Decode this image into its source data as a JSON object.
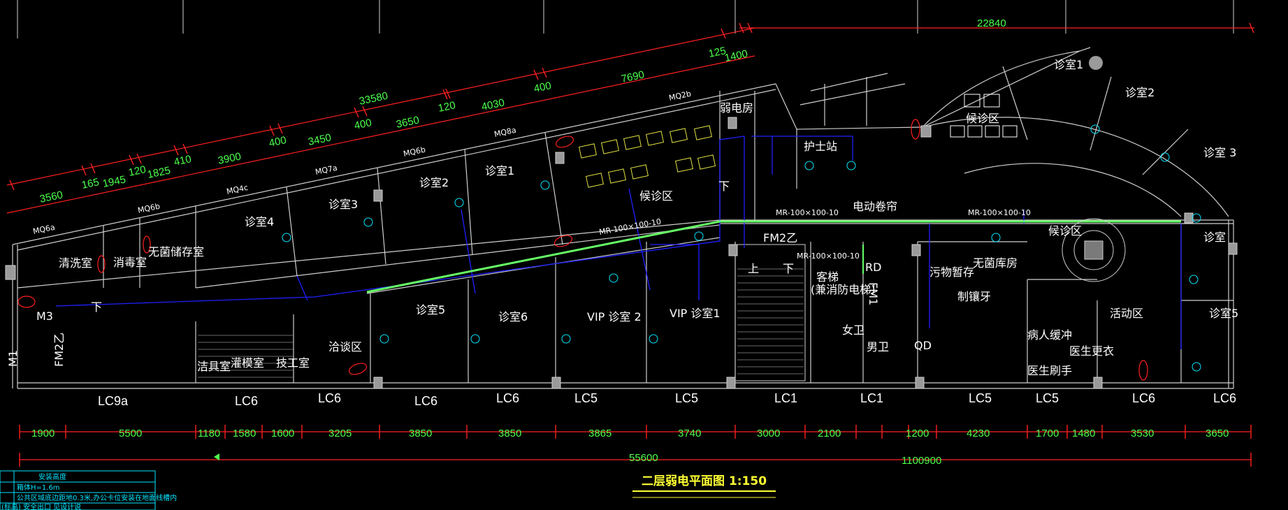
{
  "title": "二层弱电平面图 1:150",
  "top_dims": {
    "diagonal": [
      "3560",
      "165",
      "1945",
      "120",
      "1825",
      "410",
      "3900",
      "400",
      "3450",
      "400",
      "3650",
      "120",
      "4030",
      "400",
      "7690",
      "125",
      "1400"
    ],
    "diagonal_total": "33580",
    "right_total": "22840"
  },
  "bottom_dims": {
    "segments": [
      "1900",
      "5500",
      "1180",
      "1580",
      "1600",
      "3205",
      "3850",
      "3850",
      "3865",
      "3740",
      "3000",
      "2100",
      "1200",
      "4230",
      "1700",
      "1480",
      "3530",
      "3650"
    ],
    "total": "55600",
    "extra": "1100900"
  },
  "axis_labels": [
    "LC9a",
    "LC6",
    "LC6",
    "LC6",
    "LC6",
    "LC5",
    "LC5",
    "LC1",
    "LC1",
    "LC5",
    "LC5",
    "LC6",
    "LC6"
  ],
  "side_labels": [
    "M1",
    "M3",
    "FM2乙"
  ],
  "wall_tags": [
    "MQ6a",
    "MQ6b",
    "MQ4c",
    "MQ7a",
    "MQ6b",
    "MQ8a",
    "MQ2b"
  ],
  "rooms": {
    "wash": "清洗室",
    "disinfect": "消毒室",
    "sterile_store": "无菌储存室",
    "clinic4": "诊室4",
    "clinic3": "诊室3",
    "clinic2": "诊室2",
    "clinic1": "诊室1",
    "waiting_upper": "候诊区",
    "weak_room": "弱电房",
    "nurse": "护士站",
    "roller": "电动卷帘",
    "fm2": "FM2乙",
    "clinic5": "诊室5",
    "clinic6": "诊室6",
    "vip2": "VIP 诊室 2",
    "vip1": "VIP 诊室1",
    "consult": "洽谈区",
    "cleaning_tools": "洁具室",
    "tech": "技工室",
    "lab": "灌模室",
    "elevator": "客梯",
    "fire_elev": "(兼消防电梯)",
    "rd": "RD",
    "fm1": "FM1",
    "female": "女卫",
    "male": "男卫",
    "qd": "QD",
    "dirty": "污物暂存",
    "sterile_store_r": "无菌库房",
    "dentures": "制镶牙",
    "waiting_right": "候诊区",
    "activity": "活动区",
    "patient_buffer": "病人缓冲",
    "doctor_change": "医生更衣",
    "doctor_wash": "医生刷手",
    "waiting_arc": "候诊区",
    "r_clinic1": "诊室1",
    "r_clinic2": "诊室2",
    "r_clinic3": "诊室 3",
    "r_clinic4": "诊室",
    "r_clinic5": "诊室5",
    "down": "下",
    "up": "上"
  },
  "trays": [
    "MR-100×100-10",
    "MR-100×100-10",
    "MR-100×100-10",
    "MR-100×100-10"
  ],
  "legend": {
    "header": "安装高度",
    "rows": [
      "箱体H=1.6m",
      "公共区域底边距地0.3米,办公卡位安装在地面线槽内",
      "(标高)  安全出口  见设计说"
    ]
  },
  "colors": {
    "background": "#000000",
    "walls": "#cfcfcf",
    "dimensions": "#4cff4c",
    "dim_lines": "#ff2020",
    "cables": "#2020ff",
    "tray": "#66ff66",
    "title": "#ffff33",
    "outlets": "#00e5ff"
  }
}
